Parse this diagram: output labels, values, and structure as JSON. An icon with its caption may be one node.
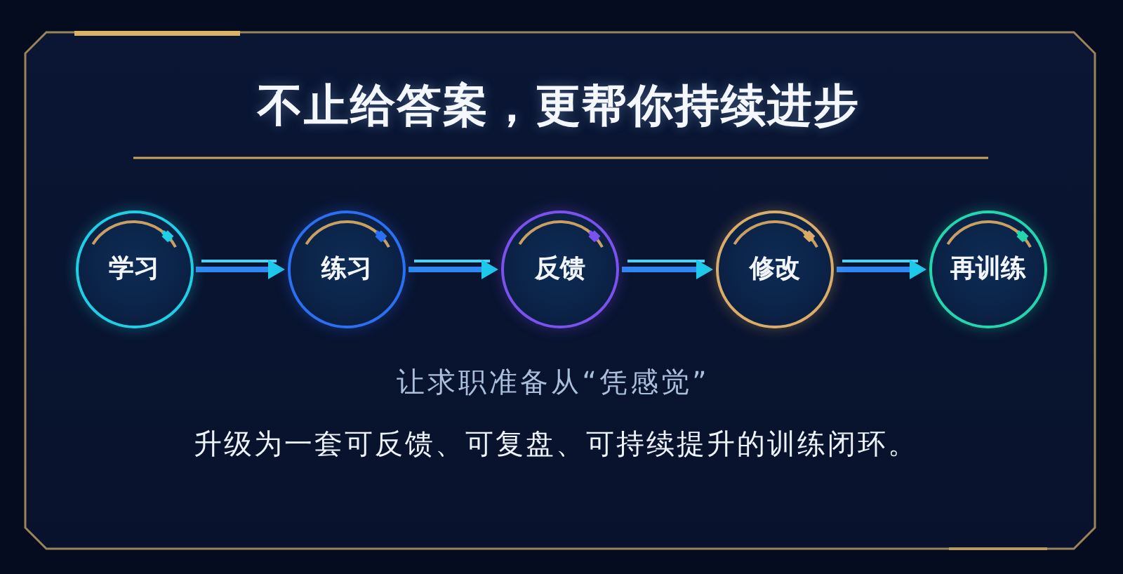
{
  "diagram": {
    "title": "不止给答案，更帮你持续进步",
    "nodes": [
      {
        "text": [
          "学习"
        ]
      },
      {
        "text": [
          "练习"
        ]
      },
      {
        "text": [
          "反馈"
        ]
      },
      {
        "text": [
          "修改"
        ]
      },
      {
        "text": [
          "再训练"
        ]
      }
    ],
    "edges": [
      {
        "from": 0,
        "to": 1,
        "arrow": "to"
      },
      {
        "from": 1,
        "to": 2,
        "arrow": "to"
      },
      {
        "from": 2,
        "to": 3,
        "arrow": "to"
      },
      {
        "from": 3,
        "to": 4,
        "arrow": "to"
      }
    ],
    "labels": [
      "让求职准备从“凭感觉”",
      "升级为一套可反馈、可复盘、可持续提升的训练闭环。"
    ]
  }
}
